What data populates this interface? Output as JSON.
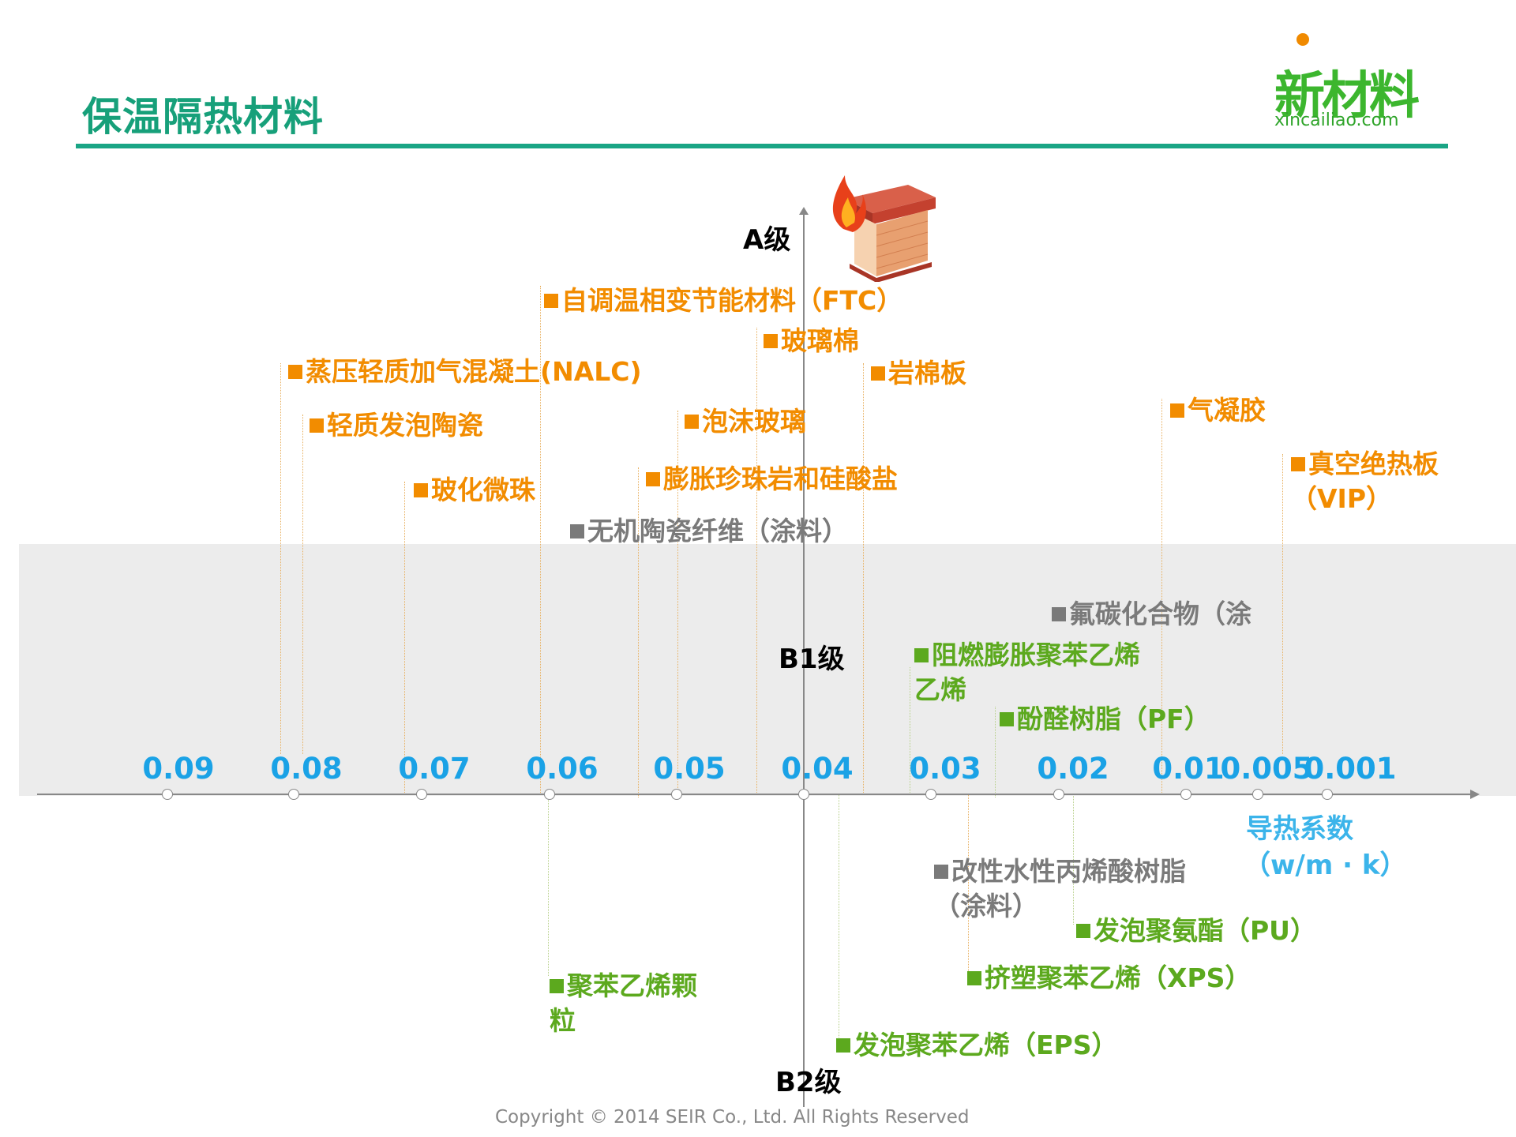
{
  "title": "保温隔热材料",
  "logo": {
    "name": "新材料",
    "url": "xincailiao.com"
  },
  "grades": {
    "a": "A级",
    "b1": "B1级",
    "b2": "B2级"
  },
  "axis": {
    "ticks": [
      "0.09",
      "0.08",
      "0.07",
      "0.06",
      "0.05",
      "0.04",
      "0.03",
      "0.02",
      "0.01",
      "0.005",
      "0.001"
    ],
    "label": "导热系数",
    "unit": "（w/m · k）"
  },
  "materials": {
    "ftc": "自调温相变节能材料（FTC）",
    "glass_wool": "玻璃棉",
    "nalc": "蒸压轻质加气混凝土(NALC)",
    "rock_wool": "岩棉板",
    "foam_ceramic": "轻质发泡陶瓷",
    "foam_glass": "泡沫玻璃",
    "aerogel": "气凝胶",
    "glazed_bead": "玻化微珠",
    "perlite": "膨胀珍珠岩和硅酸盐",
    "vip_1": "真空绝热板",
    "vip_2": "（VIP）",
    "ceramic_fiber": "无机陶瓷纤维（涂料）",
    "fluorocarbon": "氟碳化合物（涂",
    "acrylic_1": "改性水性丙烯酸树脂",
    "acrylic_2": "（涂料）",
    "fr_eps_1": "阻燃膨胀聚苯乙烯",
    "fr_eps_2": "乙烯",
    "pf": "酚醛树脂（PF）",
    "pu": "发泡聚氨酯（PU）",
    "xps": "挤塑聚苯乙烯（XPS）",
    "eps_granule_1": "聚苯乙烯颗",
    "eps_granule_2": "粒",
    "eps": "发泡聚苯乙烯（EPS）"
  },
  "colors": {
    "class_a": "#f28c00",
    "coating": "#7a7a7a",
    "class_b": "#5ca91e",
    "axis": "#1aa2e6",
    "title": "#17a07a"
  },
  "copyright": "Copyright © 2014  SEIR Co., Ltd. All Rights Reserved"
}
